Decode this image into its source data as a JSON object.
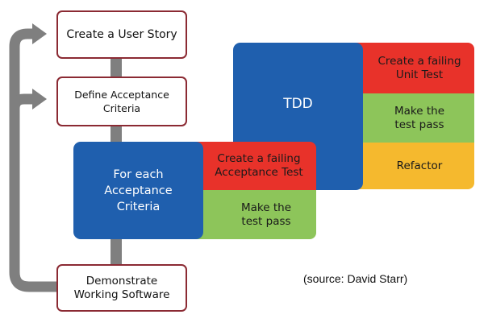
{
  "flow": {
    "story": "Create a User Story",
    "acceptance_criteria": "Define Acceptance\nCriteria",
    "demonstrate": "Demonstrate\nWorking Software"
  },
  "atdd": {
    "title": "For each\nAcceptance\nCriteria",
    "steps": [
      "Create a failing\nAcceptance Test",
      "Make the\ntest pass"
    ]
  },
  "tdd": {
    "title": "TDD",
    "steps": [
      "Create a failing\nUnit Test",
      "Make the\ntest pass",
      "Refactor"
    ]
  },
  "source": "(source: David Starr)",
  "colors": {
    "red": "#e8322a",
    "green": "#8dc55a",
    "yellow": "#f5b92e",
    "blue": "#1f5fae",
    "gray": "#7f7f7f",
    "border": "#8b2a33"
  }
}
